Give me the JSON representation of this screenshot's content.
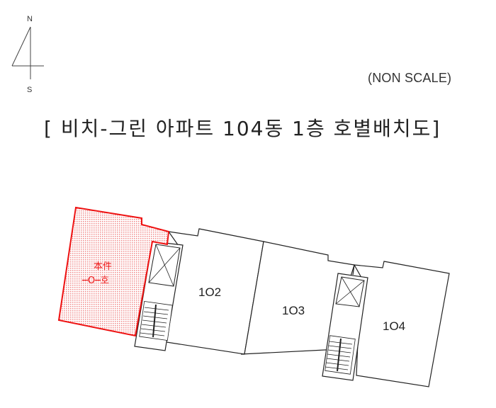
{
  "north_arrow": {
    "north_label": "N",
    "south_label": "S"
  },
  "scale_note": "(NON SCALE)",
  "title": "[ 비치-그린 아파트 104동 1층 호별배치도]",
  "floor_plan": {
    "subject_unit": {
      "line1": "本件",
      "line2": "─O─호",
      "highlight_color": "#ee1111"
    },
    "units": [
      {
        "label": "1O2"
      },
      {
        "label": "1O3"
      },
      {
        "label": "1O4"
      }
    ],
    "line_color": "#222222"
  }
}
